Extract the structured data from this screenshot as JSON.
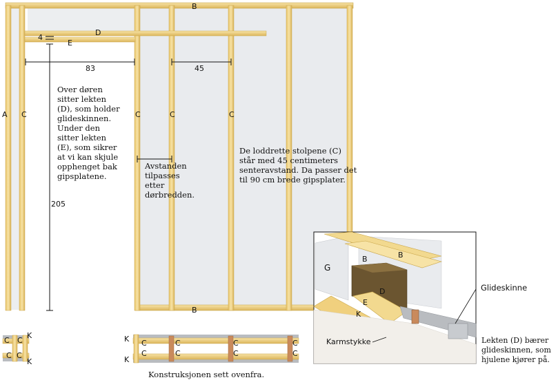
{
  "labels": {
    "a": "A",
    "b": "B",
    "c": "C",
    "d": "D",
    "e": "E",
    "g": "G",
    "k": "K"
  },
  "dimensions": {
    "header_gap": "4",
    "door_width": "83",
    "stud_spacing": "45",
    "door_height": "205"
  },
  "texts": {
    "over_door": [
      "Over døren",
      "sitter lekten",
      "(D), som holder",
      "glideskinnen.",
      "Under den",
      "sitter lekten",
      "(E), som sikrer",
      "at vi kan skjule",
      "opphenget bak",
      "gipsplatene."
    ],
    "distance": [
      "Avstanden",
      "tilpasses",
      "etter",
      "dørbredden."
    ],
    "studs": [
      "De loddrette stolpene (C)",
      "står med 45 centimeters",
      "senteravstand. Da passer det",
      "til 90 cm brede gipsplater."
    ],
    "top_view": "Konstruksjonen sett ovenfra.",
    "rail_callout": "Glideskinne",
    "frame_callout": "Karmstykke",
    "rail_desc": [
      "Lekten (D) bærer",
      "glideskinnen, som",
      "hjulene kjører på."
    ]
  },
  "colors": {
    "wood": "#f0d88a",
    "wood_edge": "#c9a64a",
    "gypsum": "#e6e8ea",
    "rail": "#b9bcc0"
  }
}
